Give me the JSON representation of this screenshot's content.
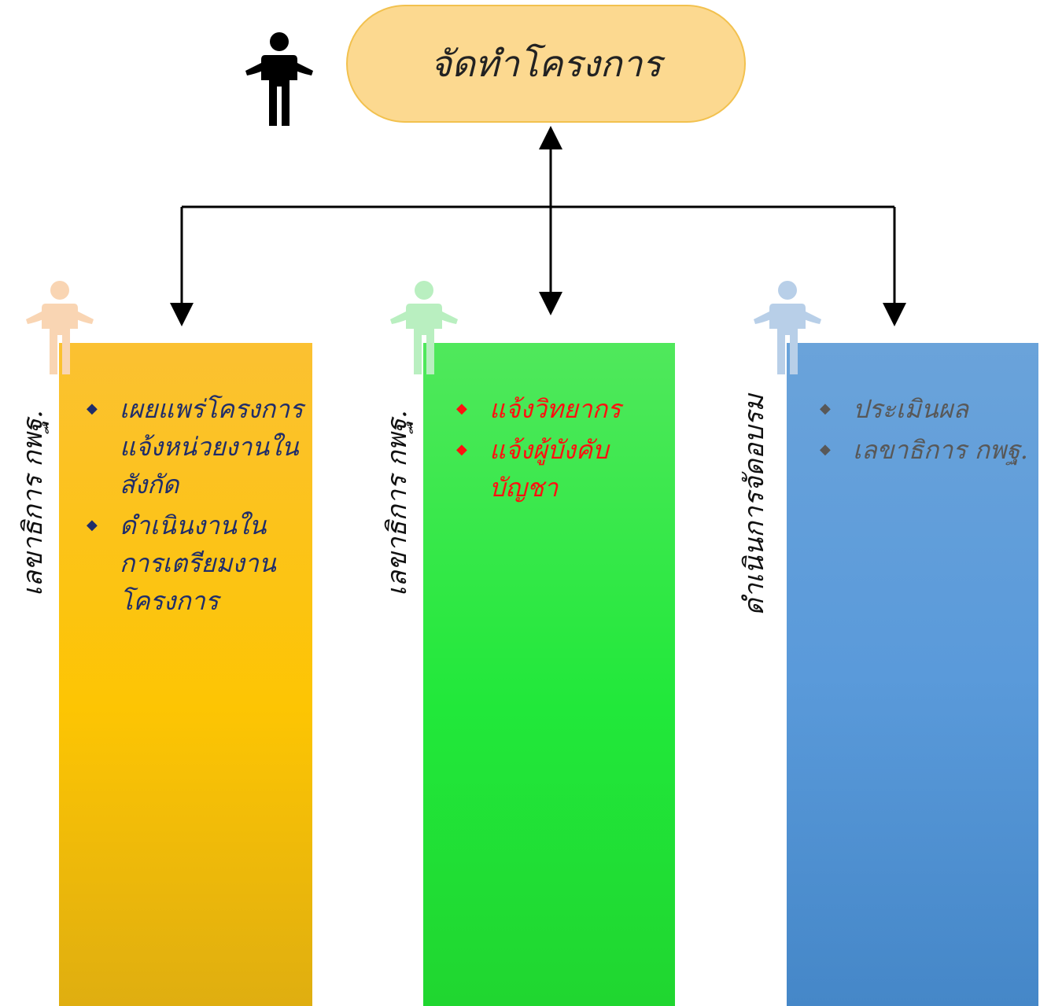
{
  "title": "จัดทำโครงการ",
  "columns": [
    {
      "label": "เลขาธิการ กพฐ.",
      "color": "#fdc503",
      "text_color": "#1f2d6a",
      "items": [
        "เผยแพร่โครงการแจ้งหน่วยงานในสังกัด",
        "ดำเนินงานในการเตรียมงานโครงการ"
      ]
    },
    {
      "label": "เลขาธิการ กพฐ.",
      "color": "#21e83a",
      "text_color": "#ff1010",
      "items": [
        "แจ้งวิทยากร",
        "แจ้งผู้บังคับบัญชา"
      ]
    },
    {
      "label": "ดำเนินการจัดอบรม",
      "color": "#5a9ada",
      "text_color": "#585858",
      "items": [
        "ประเมินผล",
        "เลขาธิการ กพฐ."
      ]
    }
  ],
  "icons": {
    "top_person": "person-icon",
    "column_people": [
      "person-icon-peach",
      "person-icon-mint",
      "person-icon-lightblue"
    ],
    "bullet": "diamond-bullet"
  }
}
